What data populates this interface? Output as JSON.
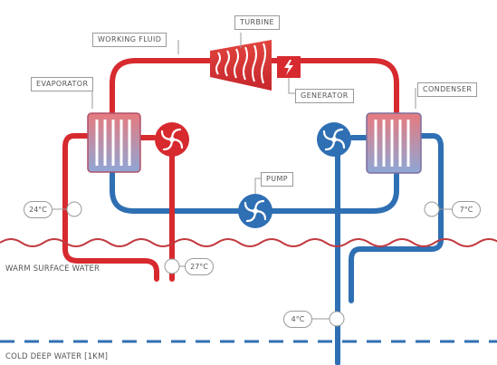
{
  "labels": {
    "turbine": "TURBINE",
    "working_fluid": "WORKING FLUID",
    "evaporator": "EVAPORATOR",
    "generator": "GENERATOR",
    "condenser": "CONDENSER",
    "pump": "PUMP"
  },
  "temperatures": {
    "warm_inlet": "24°C",
    "warm_outlet": "27°C",
    "cold_outlet": "7°C",
    "cold_inlet": "4°C"
  },
  "water": {
    "warm_surface": "WARM SURFACE WATER",
    "cold_deep": "COLD DEEP WATER [1KM]"
  },
  "colors": {
    "warm": "#d62a2f",
    "cold": "#2f6fb3",
    "wave": "#c23a3f",
    "dashed": "#2f6fb3",
    "label_border": "#9a9a9a",
    "text": "#555555"
  },
  "icons": [
    "turbine-icon",
    "generator-icon",
    "evaporator-icon",
    "condenser-icon",
    "pump-icon",
    "warm-water-pump-icon",
    "cold-water-pump-icon"
  ]
}
